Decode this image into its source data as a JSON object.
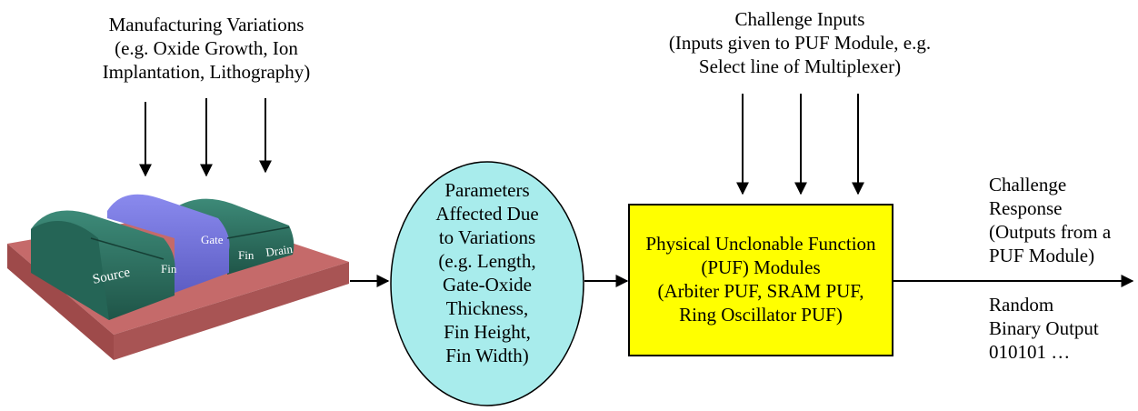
{
  "diagram": {
    "manufacturing": {
      "line1": "Manufacturing Variations",
      "line2": "(e.g. Oxide Growth, Ion",
      "line3": "Implantation, Lithography)"
    },
    "finfet": {
      "source": "Source",
      "fin_left": "Fin",
      "gate": "Gate",
      "fin_right": "Fin",
      "drain": "Drain"
    },
    "parameters": {
      "lines": [
        "Parameters",
        "Affected Due",
        "to Variations",
        "(e.g. Length,",
        "Gate-Oxide",
        "Thickness,",
        "Fin Height,",
        "Fin Width)"
      ]
    },
    "challenge_inputs": {
      "line1": "Challenge Inputs",
      "line2": "(Inputs given to PUF Module, e.g.",
      "line3": "Select line of Multiplexer)"
    },
    "puf": {
      "lines": [
        "Physical Unclonable Function",
        "(PUF) Modules",
        "(Arbiter PUF, SRAM PUF,",
        "Ring Oscillator PUF)"
      ]
    },
    "challenge_response": {
      "lines": [
        "Challenge",
        "Response",
        "(Outputs from a",
        "PUF Module)"
      ]
    },
    "random_output": {
      "lines": [
        "Random",
        "Binary Output",
        "010101 …"
      ]
    },
    "colors": {
      "ellipse_fill": "#a8ecec",
      "puf_fill": "#ffff00",
      "substrate": "#b85a5a",
      "fin": "#2a6b5c",
      "gate": "#7474d8"
    }
  }
}
